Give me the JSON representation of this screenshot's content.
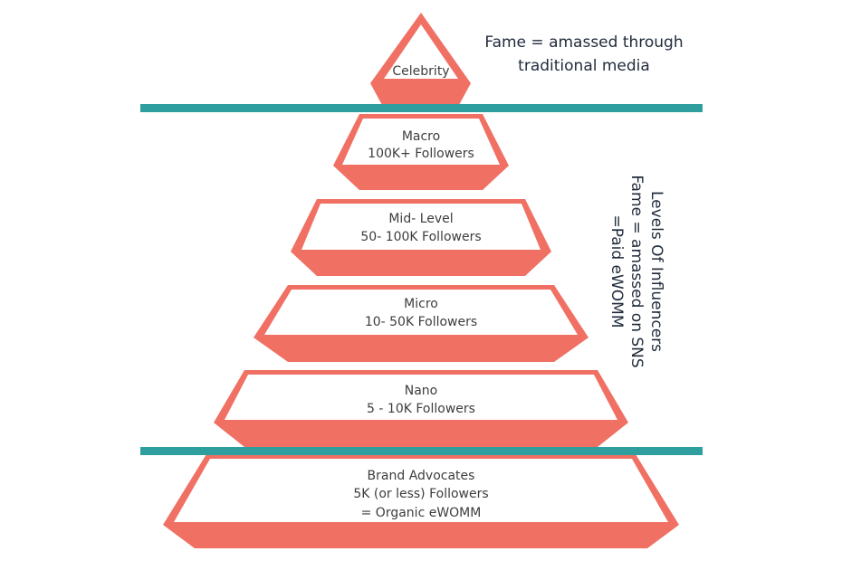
{
  "colors": {
    "tier_fill": "#f07064",
    "tier_inner": "#ffffff",
    "divider": "#2f9e9e"
  },
  "tiers": [
    {
      "id": "celebrity",
      "lines": [
        "Celebrity"
      ]
    },
    {
      "id": "macro",
      "lines": [
        "Macro",
        "100K+ Followers"
      ]
    },
    {
      "id": "mid-level",
      "lines": [
        "Mid- Level",
        "50- 100K Followers"
      ]
    },
    {
      "id": "micro",
      "lines": [
        "Micro",
        "10- 50K Followers"
      ]
    },
    {
      "id": "nano",
      "lines": [
        "Nano",
        "5 - 10K Followers"
      ]
    },
    {
      "id": "brand-advocates",
      "lines": [
        "Brand Advocates",
        "5K (or less) Followers",
        "= Organic eWOMM"
      ]
    }
  ],
  "top_note": {
    "lines": [
      "Fame = amassed through",
      "traditional media"
    ]
  },
  "side_note": {
    "lines": [
      "Levels Of Influencers",
      "Fame = amassed on SNS",
      "=Paid eWOMM"
    ]
  }
}
